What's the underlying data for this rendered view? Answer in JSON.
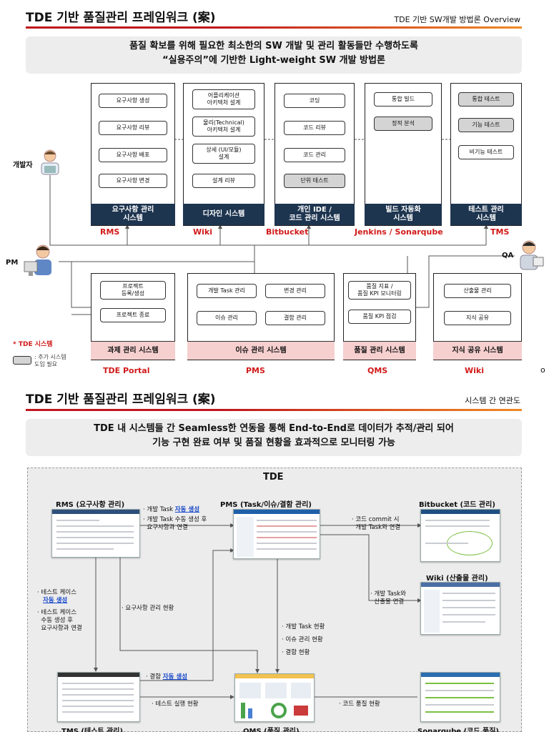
{
  "top": {
    "title": "TDE 기반 품질관리 프레임워크 (案)",
    "subtitle": "TDE 기반 SW개발 방법론 Overview",
    "banner_line1": "품질 확보를 위해 필요한 최소한의 SW 개발 및 관리 활동들만 수행하도록",
    "banner_line2": "“실용주의”에 기반한 Light-weight SW 개발 방법론",
    "actors": {
      "developer": "개발자",
      "pm": "PM",
      "qa": "QA"
    },
    "upper_panels": [
      {
        "items": [
          "요구사항 생성",
          "요구사항 리뷰",
          "요구사항 배포",
          "요구사항 변경"
        ],
        "gray": [
          false,
          false,
          false,
          false
        ],
        "system": "요구사항 관리\n시스템",
        "tool": "RMS"
      },
      {
        "items": [
          "어플리케이션\n아키텍처 설계",
          "물리(Technical)\n아키텍처 설계",
          "상세 (UI/모듈)\n설계",
          "설계 리뷰"
        ],
        "gray": [
          false,
          false,
          false,
          false
        ],
        "system": "디자인 시스템",
        "tool": "Wiki"
      },
      {
        "items": [
          "코딩",
          "코드 리뷰",
          "코드 관리",
          "단위 테스트"
        ],
        "gray": [
          false,
          false,
          false,
          true
        ],
        "system": "개인 IDE /\n코드 관리 시스템",
        "tool": "Bitbucket"
      },
      {
        "items": [
          "통합 빌드",
          "정적 분석"
        ],
        "gray": [
          false,
          true
        ],
        "system": "빌드 자동화\n시스템",
        "tool": "Jenkins / Sonarqube"
      },
      {
        "items": [
          "통합 테스트",
          "기능 테스트",
          "비기능 테스트"
        ],
        "gray": [
          true,
          true,
          false
        ],
        "system": "테스트 관리\n시스템",
        "tool": "TMS"
      }
    ],
    "lower_panels": [
      {
        "items": [
          "프로젝트\n등록/생성",
          "프로젝트 종료"
        ],
        "system": "과제 관리 시스템",
        "tool": "TDE Portal"
      },
      {
        "items": [
          "개발 Task 관리",
          "변경 관리",
          "이슈 관리",
          "결함 관리"
        ],
        "system": "이슈 관리 시스템",
        "tool": "PMS"
      },
      {
        "items": [
          "품질 지표 /\n품질 KPI 모니터링",
          "품질 KPI 점검"
        ],
        "system": "품질 관리 시스템",
        "tool": "QMS"
      },
      {
        "items": [
          "산출물 관리",
          "지식 공유"
        ],
        "system": "지식 공유 시스템",
        "tool": "Wiki"
      }
    ],
    "legend_title": "* TDE 시스템",
    "legend_text": ": 추가 시스템\n 도입 필요",
    "stray_mark": "o"
  },
  "bottom": {
    "title": "TDE 기반 품질관리 프레임워크 (案)",
    "subtitle": "시스템 간 연관도",
    "banner_line1": "TDE 내 시스템들 간 Seamless한 연동을 통해 End-to-End로 데이터가 추적/관리 되어",
    "banner_line2": "기능 구현 완료 여부 및 품질 현황을 효과적으로 모니터링 가능",
    "area_title": "TDE",
    "systems": {
      "rms": "RMS (요구사항 관리)",
      "pms": "PMS (Task/이슈/결함 관리)",
      "bitbucket": "Bitbucket (코드 관리)",
      "wiki": "Wiki (산출물 관리)",
      "tms": "TMS (테스트 관리)",
      "qms": "QMS (품질 관리)",
      "sonar": "Sonarqube (코드 품질)"
    },
    "notes": {
      "rms_pms_1a": "· 개발 Task ",
      "rms_pms_1b": "자동 생성",
      "rms_pms_2": "· 개발 Task 수동 생성 후\n  요구사항과 연결",
      "pms_bit": "· 코드 commit 시\n  개발 Task와 연결",
      "pms_wiki": "· 개발 Task와\n  산출물 연결",
      "tc_1": "· 테스트 케이스",
      "tc_1b": "자동 생성",
      "tc_2": "· 테스트 케이스\n  수동 생성 후\n  요구사항과 연결",
      "req_status": "· 요구사항 관리 현황",
      "pms_status_1": "· 개발 Task 현황",
      "pms_status_2": "· 이슈 관리 현황",
      "pms_status_3": "· 결함 현황",
      "defect_a": "· 결함 ",
      "defect_b": "자동 생성",
      "test_exec": "· 테스트 실행 현황",
      "code_quality": "· 코드 품질 현황"
    }
  }
}
